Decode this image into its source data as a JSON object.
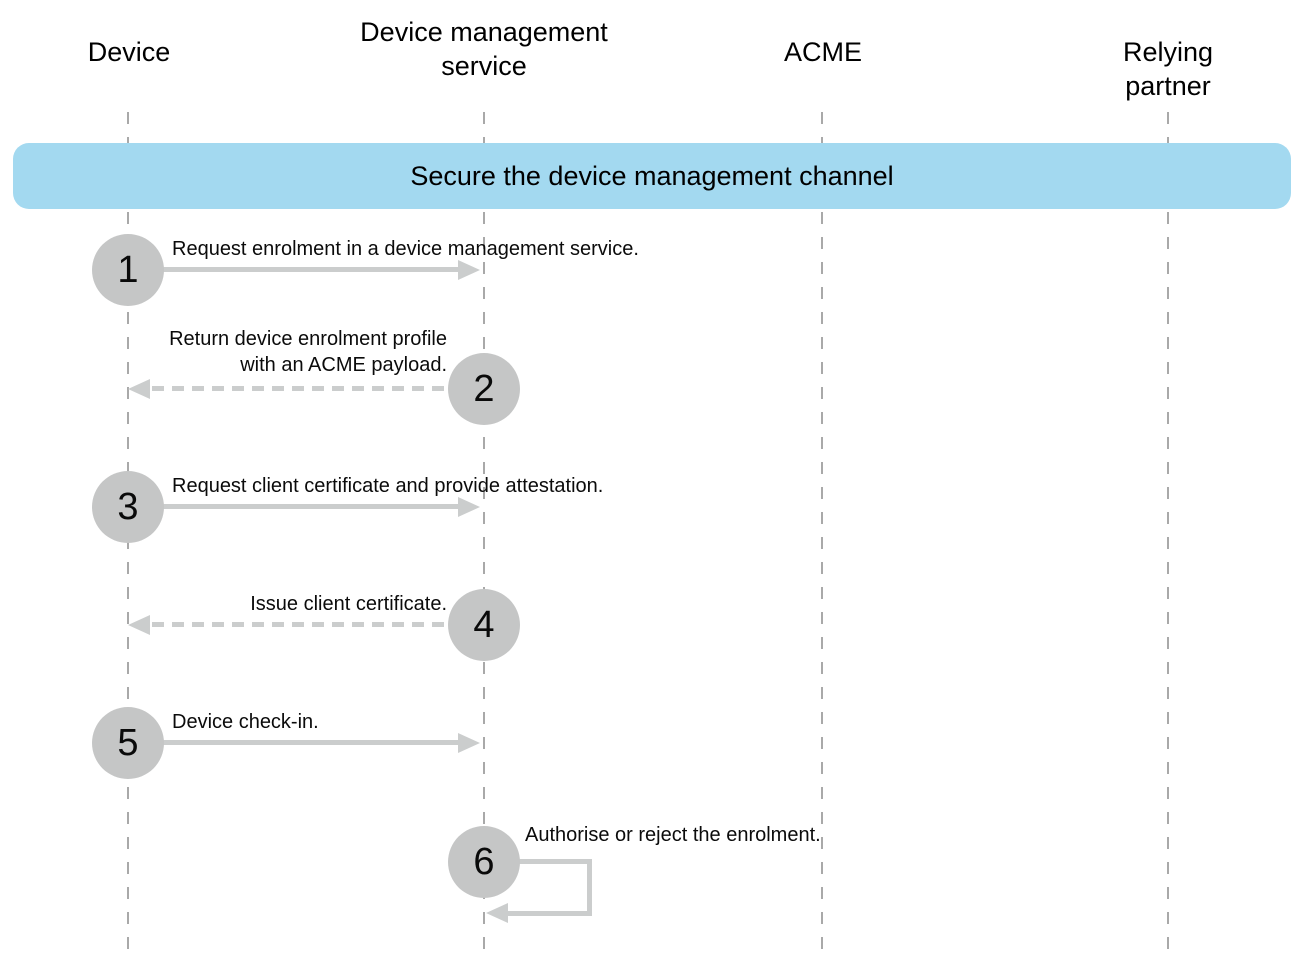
{
  "diagram": {
    "type": "sequence",
    "banner": {
      "label": "Secure the device management channel"
    },
    "actors": [
      {
        "name": "Device"
      },
      {
        "name": "Device management\nservice"
      },
      {
        "name": "ACME"
      },
      {
        "name": "Relying partner"
      }
    ],
    "steps": [
      {
        "number": "1",
        "label": "Request enrolment in a device management service.",
        "from": "Device",
        "to": "Device management service",
        "line": "solid"
      },
      {
        "number": "2",
        "label": "Return device enrolment profile\nwith an ACME payload.",
        "from": "Device management service",
        "to": "Device",
        "line": "dashed"
      },
      {
        "number": "3",
        "label": "Request client certificate and provide attestation.",
        "from": "Device",
        "to": "Device management service",
        "line": "solid"
      },
      {
        "number": "4",
        "label": "Issue client certificate.",
        "from": "Device management service",
        "to": "Device",
        "line": "dashed"
      },
      {
        "number": "5",
        "label": "Device check-in.",
        "from": "Device",
        "to": "Device management service",
        "line": "solid"
      },
      {
        "number": "6",
        "label": "Authorise or reject the enrolment.",
        "from": "Device management service",
        "to": "Device management service",
        "line": "self-loop"
      }
    ],
    "colors": {
      "banner_fill": "#a3d9f0",
      "circle_fill": "#c5c6c6",
      "arrow": "#cbcdcd",
      "lifeline": "#a9a9a9",
      "text": "#000000",
      "background": "#ffffff"
    }
  }
}
